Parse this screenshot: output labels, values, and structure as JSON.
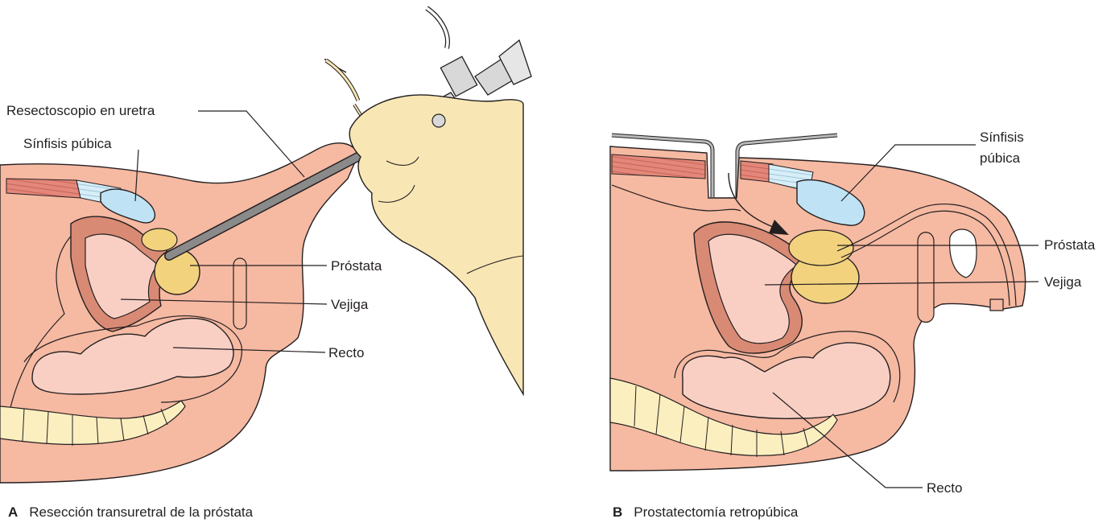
{
  "panel_a": {
    "labels": {
      "resectoscope": "Resectoscopio en uretra",
      "pubic_symphysis": "Sínfisis púbica",
      "prostate": "Próstata",
      "bladder": "Vejiga",
      "rectum": "Recto"
    },
    "caption": {
      "letter": "A",
      "text": "Resección transuretral de la próstata"
    }
  },
  "panel_b": {
    "labels": {
      "pubic_symphysis_line1": "Sínfisis",
      "pubic_symphysis_line2": "púbica",
      "prostate": "Próstata",
      "bladder": "Vejiga",
      "rectum": "Recto"
    },
    "caption": {
      "letter": "B",
      "text": "Prostatectomía retropúbica"
    }
  },
  "colors": {
    "tissue": "#f6b9a2",
    "tissue_light": "#fbd0c0",
    "bladder_wall": "#d98a74",
    "bladder_lumen": "#f9cfc4",
    "muscle": "#e3877a",
    "bone": "#fbefc0",
    "prostate": "#f3d27e",
    "symphysis": "#bfe3f5",
    "glove": "#f8e6b4",
    "instrument": "#8a8a8a",
    "outline": "#231f20"
  }
}
